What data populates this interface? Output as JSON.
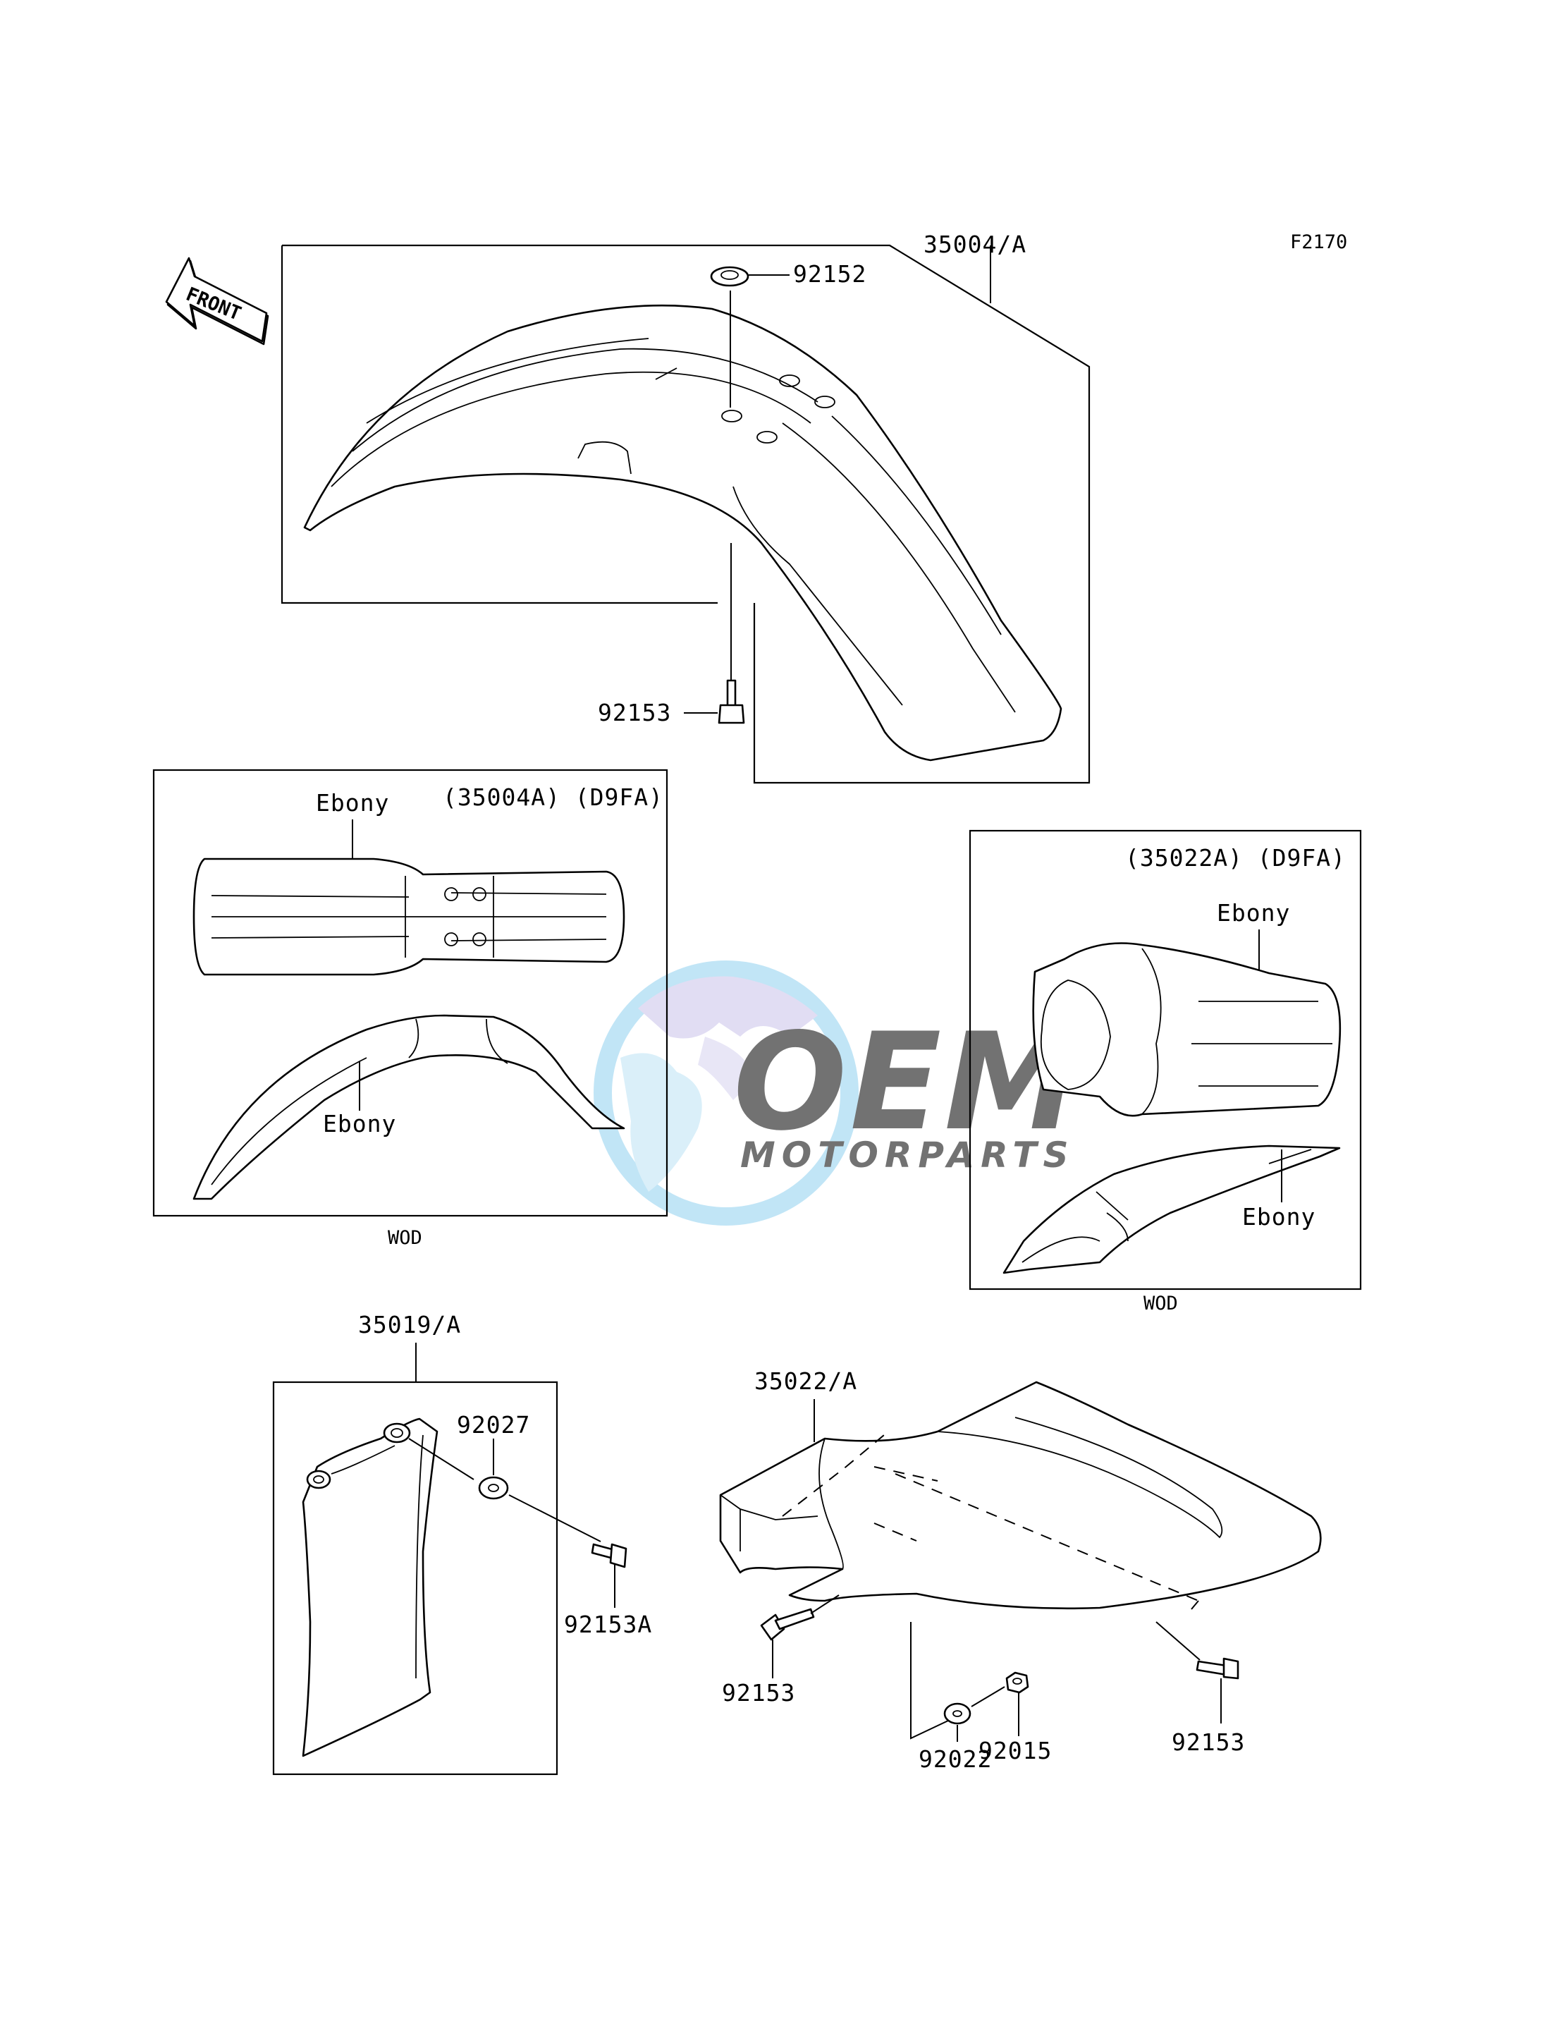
{
  "diagram_code": "F2170",
  "front_arrow_label": "FRONT",
  "front_fender": {
    "part_number": "35004/A",
    "grommet": "92152",
    "bolt": "92153"
  },
  "inset_front": {
    "title": "(35004A) (D9FA)",
    "color_top": "Ebony",
    "color_bottom": "Ebony",
    "caption": "WOD"
  },
  "inset_rear": {
    "title": "(35022A) (D9FA)",
    "color_top": "Ebony",
    "color_bottom": "Ebony",
    "caption": "WOD"
  },
  "flap": {
    "part_number": "35019/A",
    "washer": "92027",
    "bolt": "92153A"
  },
  "rear_fender": {
    "part_number": "35022/A",
    "bolt_left": "92153",
    "bolt_right": "92153",
    "collar": "92015",
    "washer": "92022"
  },
  "watermark": {
    "brand": "OEM",
    "sub": "MOTORPARTS"
  }
}
